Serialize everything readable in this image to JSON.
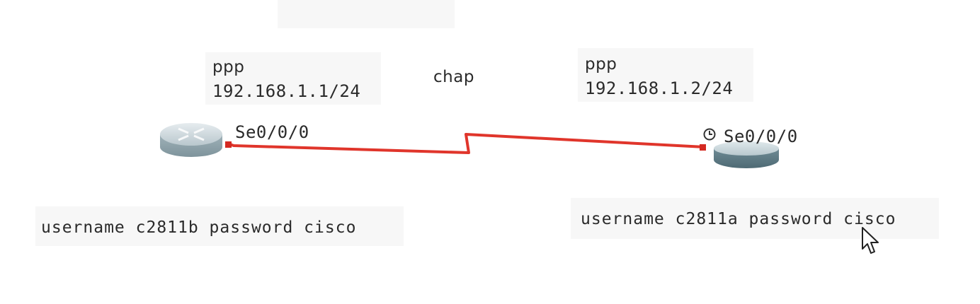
{
  "topology": {
    "left_router": {
      "protocol": "ppp",
      "ip": "192.168.1.1/24",
      "interface": "Se0/0/0",
      "config_command": "username c2811b password cisco"
    },
    "right_router": {
      "protocol": "ppp",
      "ip": "192.168.1.2/24",
      "interface": "Se0/0/0",
      "config_command": "username c2811a password cisco"
    },
    "link": {
      "auth_label": "chap",
      "color": "#e0352b"
    }
  },
  "icons": {
    "router": "router-icon",
    "clock": "clock-icon",
    "cursor": "mouse-pointer-icon"
  }
}
